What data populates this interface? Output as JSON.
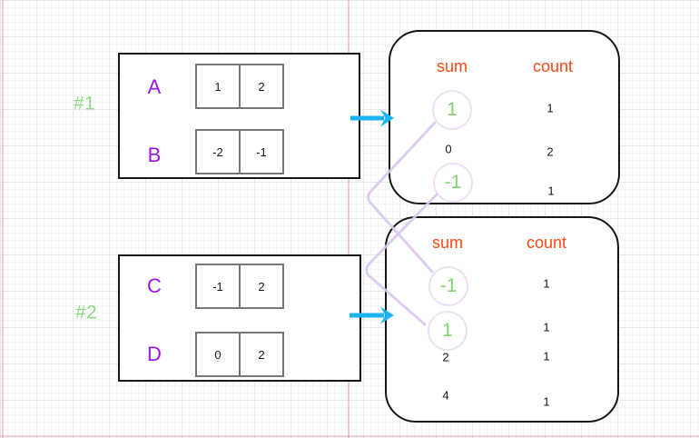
{
  "diagram": {
    "groups": [
      {
        "label": "#1",
        "arrays": [
          {
            "name": "A",
            "cells": [
              "1",
              "2"
            ]
          },
          {
            "name": "B",
            "cells": [
              "-2",
              "-1"
            ]
          }
        ],
        "result": {
          "sum_header": "sum",
          "count_header": "count",
          "rows": [
            {
              "sum": "1",
              "count": "1",
              "highlighted": true
            },
            {
              "sum": "0",
              "count": "2",
              "highlighted": false
            },
            {
              "sum": "-1",
              "count": "1",
              "highlighted": true
            }
          ]
        }
      },
      {
        "label": "#2",
        "arrays": [
          {
            "name": "C",
            "cells": [
              "-1",
              "2"
            ]
          },
          {
            "name": "D",
            "cells": [
              "0",
              "2"
            ]
          }
        ],
        "result": {
          "sum_header": "sum",
          "count_header": "count",
          "rows": [
            {
              "sum": "-1",
              "count": "1",
              "highlighted": true
            },
            {
              "sum": "1",
              "count": "1",
              "highlighted": true
            },
            {
              "sum": "2",
              "count": "1",
              "highlighted": false
            },
            {
              "sum": "4",
              "count": "1",
              "highlighted": false
            }
          ]
        }
      }
    ],
    "connections": [
      {
        "from": "group1 sum 1",
        "to": "group2 sum -1"
      },
      {
        "from": "group1 sum -1",
        "to": "group2 sum 1"
      }
    ],
    "colors": {
      "flow_arrow": "#1db5f0",
      "table_header": "#ff4613",
      "group_label": "#8ddc80",
      "array_name": "#9a16f0",
      "highlighted_sum": "#7fd470",
      "connector_line": "#dcc7ef"
    }
  }
}
